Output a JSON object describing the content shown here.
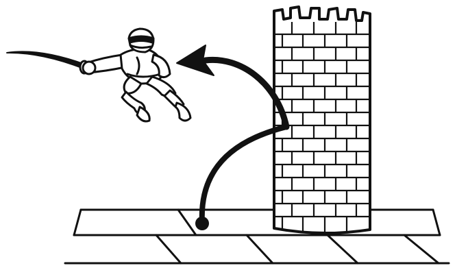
{
  "illustration": {
    "ink_color": "#111111",
    "paper_color": "#ffffff",
    "figure": {
      "icon": "ninja-swordsman",
      "pose": "jumping",
      "weapon": "curved-sword",
      "facing": "left"
    },
    "pillar": {
      "material": "brick",
      "top": "crenellated"
    },
    "move_path": {
      "icon": "curved-arrow",
      "start": "floor-dot",
      "via": "pillar-side",
      "direction": "left"
    },
    "floor": {
      "style": "tiled-perspective"
    }
  }
}
